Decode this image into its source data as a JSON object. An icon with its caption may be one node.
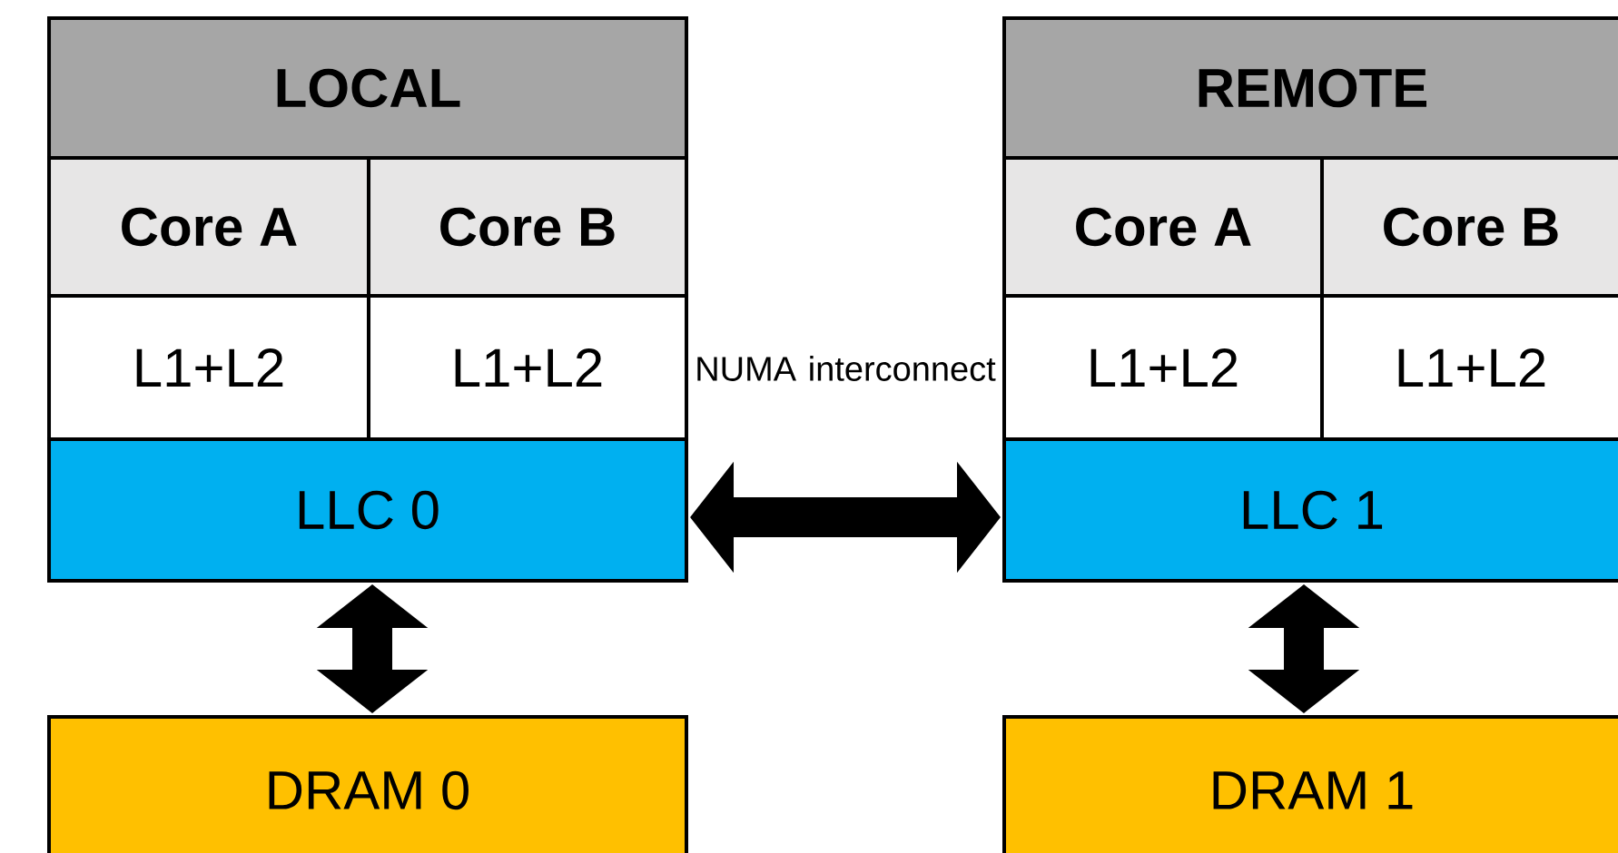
{
  "diagram": {
    "nodes": [
      {
        "text": [
          "LOCAL"
        ]
      },
      {
        "text": [
          "Core A"
        ]
      },
      {
        "text": [
          "Core B"
        ]
      },
      {
        "text": [
          "L1+L2"
        ]
      },
      {
        "text": [
          "L1+L2"
        ]
      },
      {
        "text": [
          "LLC 0"
        ]
      },
      {
        "text": [
          "DRAM 0"
        ]
      },
      {
        "text": [
          "REMOTE"
        ]
      },
      {
        "text": [
          "Core A"
        ]
      },
      {
        "text": [
          "Core B"
        ]
      },
      {
        "text": [
          "L1+L2"
        ]
      },
      {
        "text": [
          "L1+L2"
        ]
      },
      {
        "text": [
          "LLC 1"
        ]
      },
      {
        "text": [
          "DRAM 1"
        ]
      }
    ],
    "edges": [
      {
        "from": 5,
        "to": 6,
        "arrow": "both"
      },
      {
        "from": 5,
        "to": 12,
        "arrow": "both",
        "label": "NUMA interconnect"
      },
      {
        "from": 12,
        "to": 13,
        "arrow": "both"
      }
    ]
  }
}
